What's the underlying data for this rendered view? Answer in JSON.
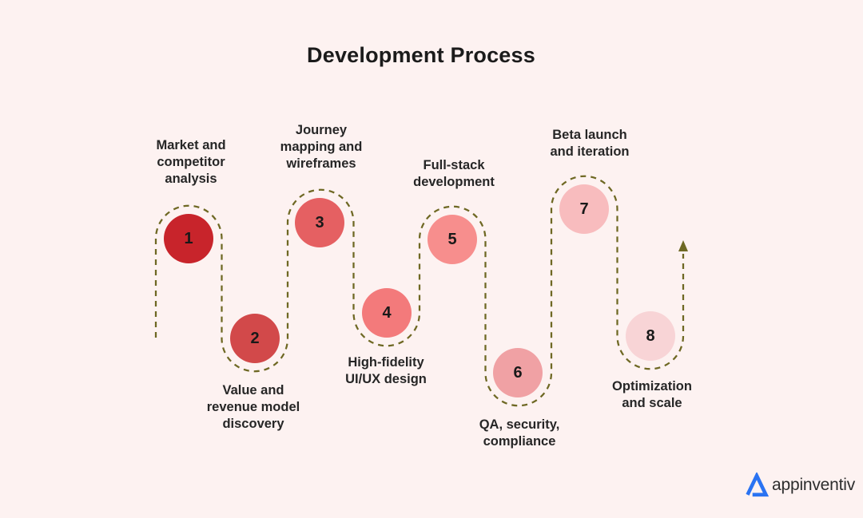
{
  "title": "Development Process",
  "colors": {
    "background": "#FDF2F1",
    "path": "#6E6823",
    "text": "#262626",
    "logo_blue": "#2A73F2"
  },
  "steps": [
    {
      "number": "1",
      "label": "Market and\ncompetitor\nanalysis",
      "color": "#C8242B"
    },
    {
      "number": "2",
      "label": "Value and\nrevenue model\ndiscovery",
      "color": "#D2494A"
    },
    {
      "number": "3",
      "label": "Journey\nmapping and\nwireframes",
      "color": "#E56062"
    },
    {
      "number": "4",
      "label": "High-fidelity\nUI/UX design",
      "color": "#F37A7B"
    },
    {
      "number": "5",
      "label": "Full-stack\ndevelopment",
      "color": "#F78E8D"
    },
    {
      "number": "6",
      "label": "QA, security,\ncompliance",
      "color": "#F0A1A4"
    },
    {
      "number": "7",
      "label": "Beta launch\nand iteration",
      "color": "#F8BCBE"
    },
    {
      "number": "8",
      "label": "Optimization\nand scale",
      "color": "#F8D4D6"
    }
  ],
  "logo": {
    "wordmark": "appinventiv",
    "icon": "appinventiv-triangle-logo"
  }
}
